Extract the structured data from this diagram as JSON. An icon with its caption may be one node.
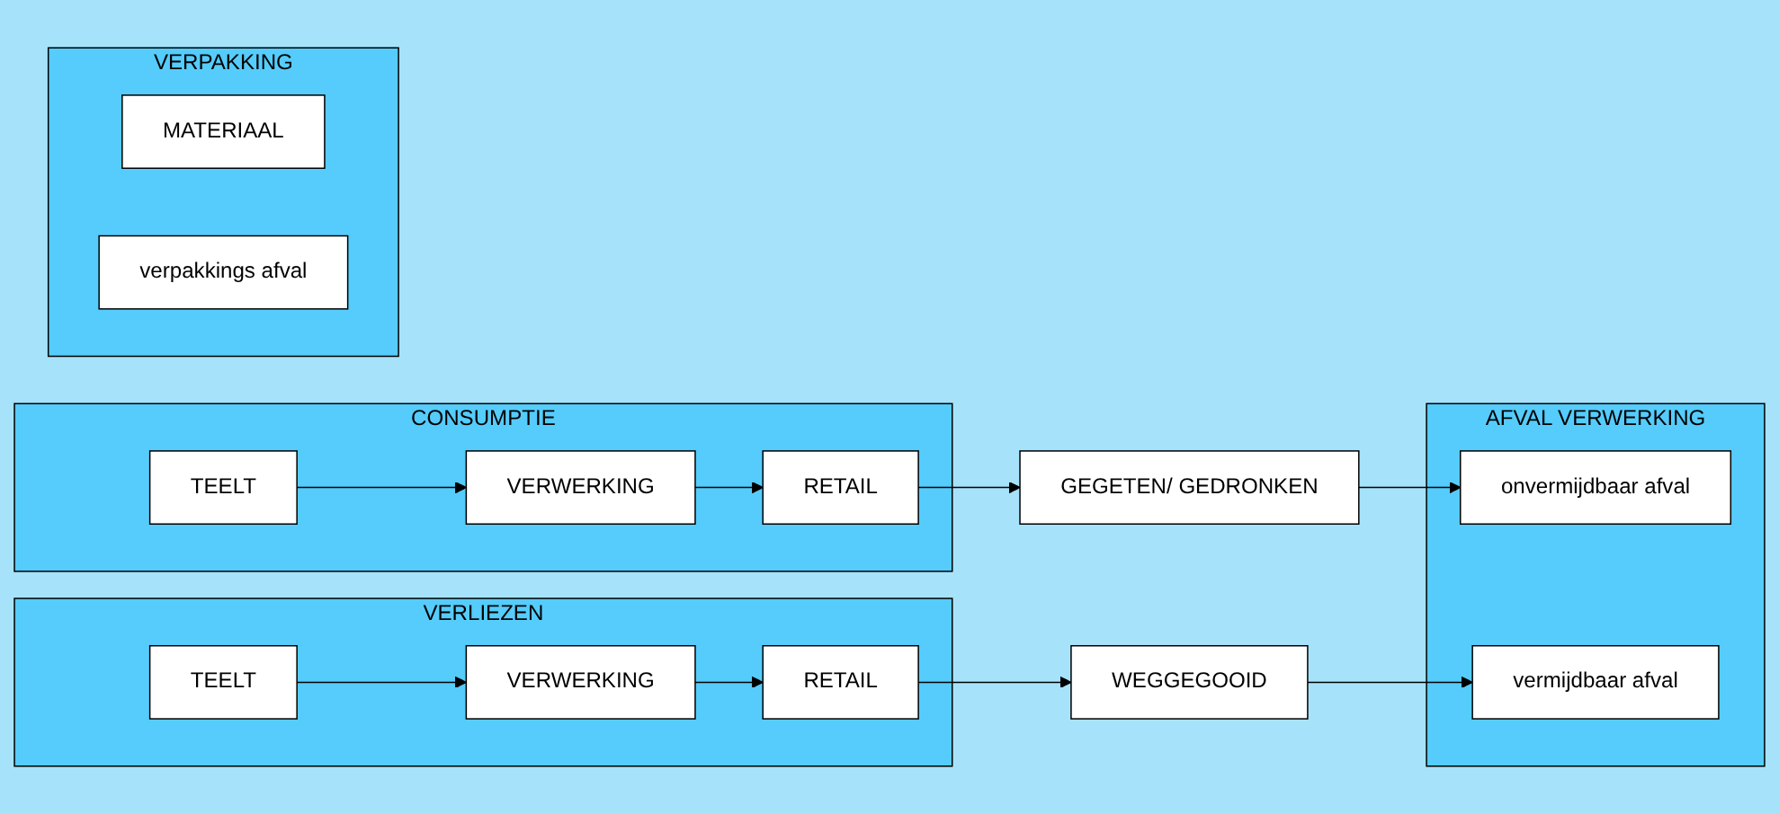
{
  "diagram": {
    "nodes": [
      {
        "text": [
          "CONSUMPTIE"
        ]
      },
      {
        "text": [
          "TEELT"
        ],
        "in": 0
      },
      {
        "text": [
          "VERWERKING"
        ],
        "in": 0
      },
      {
        "text": [
          "RETAIL"
        ],
        "in": 0
      },
      {
        "text": [
          "GEGETEN/ GEDRONKEN"
        ]
      },
      {
        "text": [
          "AFVAL VERWERKING"
        ]
      },
      {
        "text": [
          "onvermijdbaar afval"
        ],
        "in": 5
      },
      {
        "text": [
          "vermijdbaar afval"
        ],
        "in": 5
      },
      {
        "text": [
          "VERLIEZEN"
        ]
      },
      {
        "text": [
          "TEELT"
        ],
        "in": 8
      },
      {
        "text": [
          "VERWERKING"
        ],
        "in": 8
      },
      {
        "text": [
          "RETAIL"
        ],
        "in": 8
      },
      {
        "text": [
          "WEGGEGOOID"
        ]
      },
      {
        "text": [
          "VERPAKKING"
        ]
      },
      {
        "text": [
          "MATERIAAL"
        ],
        "in": 13
      },
      {
        "text": [
          "verpakkings afval"
        ],
        "in": 13
      }
    ],
    "edges": [
      {
        "from": 1,
        "to": 2,
        "arrow": "to"
      },
      {
        "from": 2,
        "to": 3,
        "arrow": "to"
      },
      {
        "from": 3,
        "to": 4,
        "arrow": "to"
      },
      {
        "from": 4,
        "to": 6,
        "arrow": "to"
      },
      {
        "from": 9,
        "to": 10,
        "arrow": "to"
      },
      {
        "from": 10,
        "to": 11,
        "arrow": "to"
      },
      {
        "from": 11,
        "to": 12,
        "arrow": "to"
      },
      {
        "from": 12,
        "to": 7,
        "arrow": "to"
      }
    ]
  }
}
